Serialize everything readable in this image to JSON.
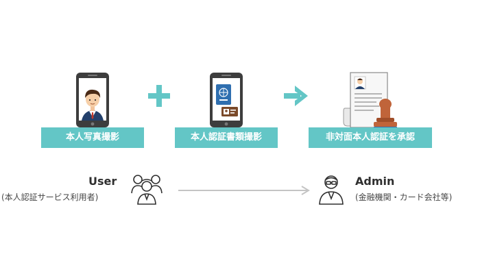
{
  "steps": [
    {
      "label": "本人写真撮影",
      "icon": "selfie-phone-icon"
    },
    {
      "label": "本人認証書類撮影",
      "icon": "id-document-phone-icon"
    },
    {
      "label": "非対面本人認証を承認",
      "icon": "approved-document-stamp-icon"
    }
  ],
  "connectors": [
    "plus-icon",
    "arrow-right-icon"
  ],
  "roles": {
    "user": {
      "name": "User",
      "desc": "(本人認証サービス利用者)",
      "icon": "user-group-icon"
    },
    "admin": {
      "name": "Admin",
      "desc": "(金融機関・カード会社等)",
      "icon": "admin-person-icon"
    }
  },
  "colors": {
    "accent": "#63c6c6",
    "label_text": "#ffffff",
    "phone_frame": "#3d3d3d",
    "flow_arrow": "#c4c4c4",
    "stamp": "#c0643a"
  }
}
